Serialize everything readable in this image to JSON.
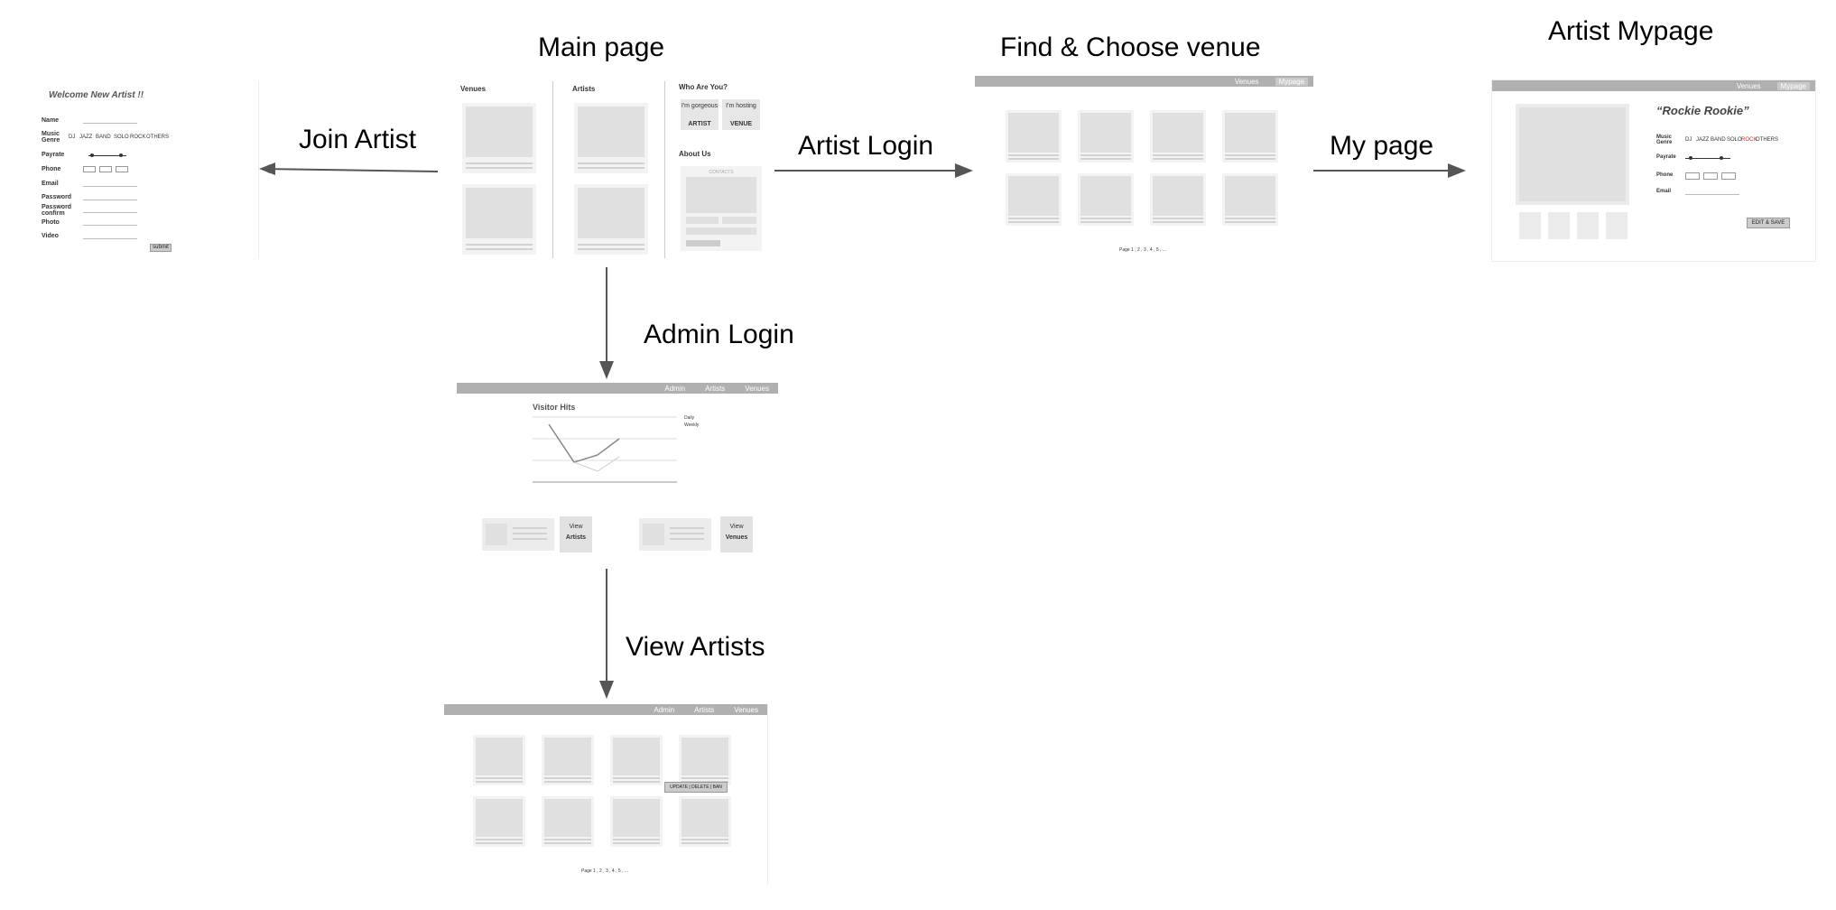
{
  "titles": {
    "main_page": "Main page",
    "find_venue": "Find & Choose venue",
    "artist_mypage": "Artist Mypage",
    "join_artist": "Join Artist",
    "artist_login": "Artist Login",
    "my_page": "My page",
    "admin_login": "Admin Login",
    "view_artists": "View Artists"
  },
  "join_form": {
    "heading": "Welcome New Artist !!",
    "fields": [
      "Name",
      "Music Genre",
      "Payrate",
      "Phone",
      "Email",
      "Password",
      "Password confirm",
      "Photo",
      "Video"
    ],
    "genres": [
      "DJ",
      "JAZZ",
      "BAND",
      "SOLO",
      "ROCK",
      "OTHERS"
    ],
    "submit": "submit"
  },
  "main_page": {
    "venues_label": "Venues",
    "artists_label": "Artists",
    "who_label": "Who Are You?",
    "artist_btn_top": "I'm gorgeous",
    "artist_btn_bottom": "ARTIST",
    "venue_btn_top": "I'm hosting",
    "venue_btn_bottom": "VENUE",
    "about_label": "About Us",
    "contacts": "CONTACTS"
  },
  "venue_page": {
    "nav": [
      "Venues",
      "Mypage"
    ],
    "pagination": "Page 1 , 2 , 3 , 4 , 5 , ..."
  },
  "mypage": {
    "nav": [
      "Venues",
      "Mypage"
    ],
    "name": "“Rockie Rookie”",
    "music_genre": "Music Genre",
    "genres": [
      "DJ",
      "JAZZ",
      "BAND",
      "SOLO",
      "ROCK",
      "OTHERS"
    ],
    "selected_genre_color": "#e0261b",
    "payrate": "Payrate",
    "phone": "Phone",
    "email": "Email",
    "edit_button": "EDIT & SAVE"
  },
  "admin_page": {
    "nav": [
      "Admin",
      "Artists",
      "Venues"
    ],
    "chart_title": "Visitor Hits",
    "legend_daily": "Daily",
    "legend_weekly": "Weekly",
    "view_artists_top": "View",
    "view_artists_bottom": "Artists",
    "view_venues_top": "View",
    "view_venues_bottom": "Venues"
  },
  "view_artists_page": {
    "nav": [
      "Admin",
      "Artists",
      "Venues"
    ],
    "tooltip": "UPDATE | DELETE | BAN",
    "pagination": "Page 1 , 2 , 3 , 4 , 5 , ..."
  },
  "colors": {
    "arrow": "#555555",
    "bar": "#b0b0b0",
    "placeholder": "#e0e0e0"
  }
}
